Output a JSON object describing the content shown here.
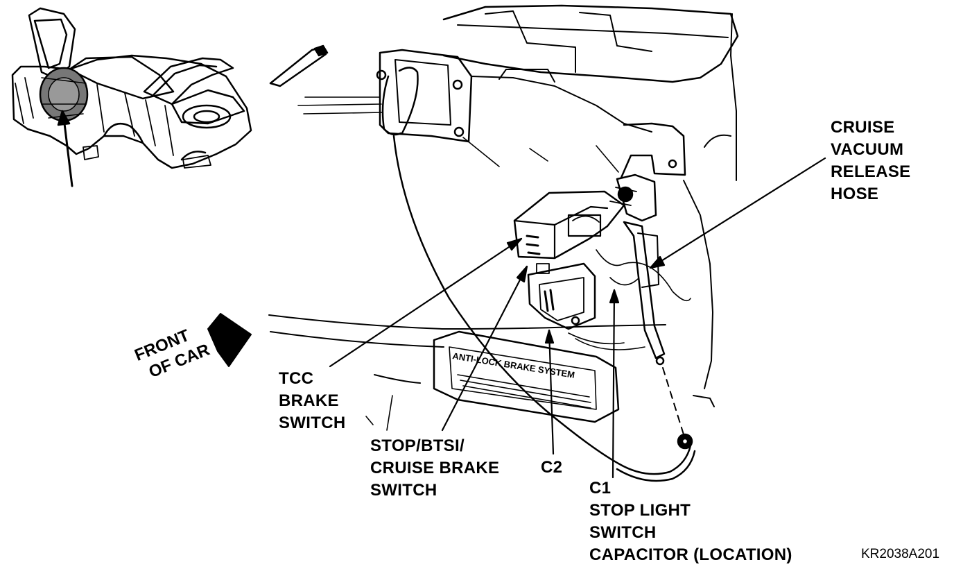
{
  "labels": {
    "cruise_vacuum": [
      "CRUISE",
      "VACUUM",
      "RELEASE",
      "HOSE"
    ],
    "tcc": [
      "TCC",
      "BRAKE",
      "SWITCH"
    ],
    "stop_btsi": [
      "STOP/BTSI/",
      "CRUISE BRAKE",
      "SWITCH"
    ],
    "c2": "C2",
    "c1": [
      "C1",
      "STOP LIGHT",
      "SWITCH",
      "CAPACITOR (LOCATION)"
    ],
    "front_of_car": [
      "FRONT",
      "OF CAR"
    ],
    "figure_code": "KR2038A201",
    "panel_text": "ANTI-LOCK BRAKE SYSTEM"
  },
  "icons": {
    "front_arrow": "thick-arrow-right-icon",
    "locator_arrow": "arrow-up-icon"
  }
}
